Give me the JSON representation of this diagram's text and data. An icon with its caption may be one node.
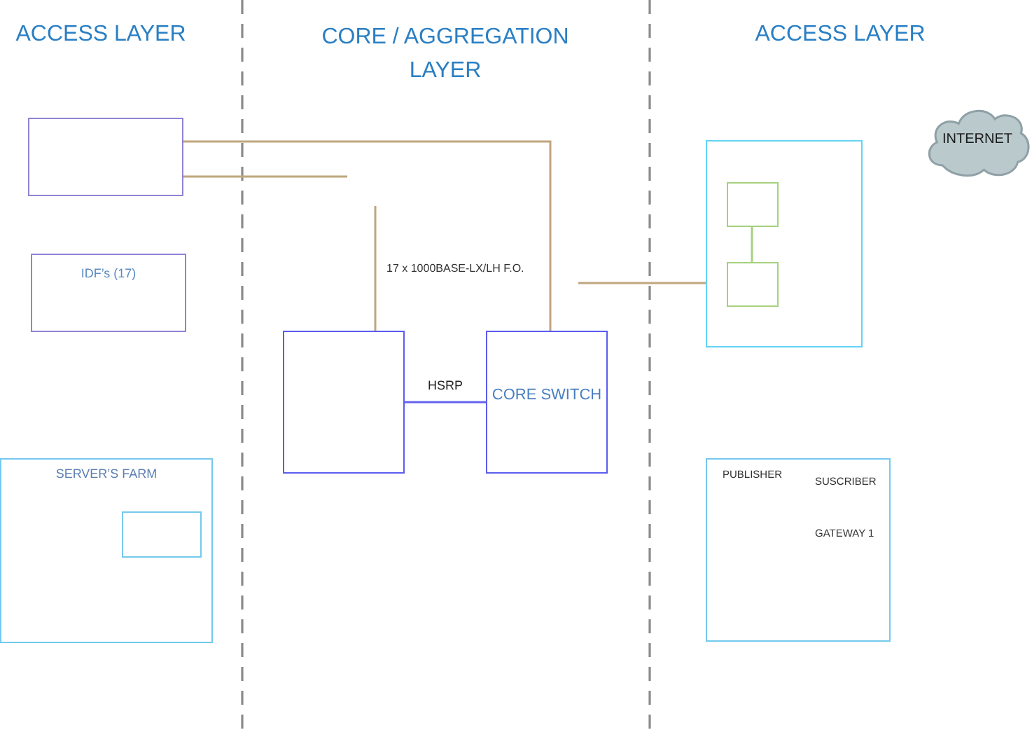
{
  "diagram": {
    "nodes": [
      {
        "text": [],
        "shape": "box"
      },
      {
        "text": [
          "IDF’s (17)"
        ]
      },
      {
        "text": [],
        "shape": "box"
      },
      {
        "text": [
          "CORE SWITCH"
        ]
      },
      {
        "text": [],
        "shape": "box"
      },
      {
        "text": [],
        "shape": "box",
        "in": 4
      },
      {
        "text": [],
        "shape": "box",
        "in": 4
      },
      {
        "text": [
          "INTERNET"
        ]
      },
      {
        "text": [
          "SERVER’S FARM"
        ]
      },
      {
        "text": [],
        "shape": "box",
        "in": 8
      },
      {
        "text": [
          "PUBLISHER",
          "SUSCRIBER",
          "GATEWAY 1"
        ]
      }
    ],
    "edges": [
      {
        "from": 0,
        "to": 3,
        "arrow": "none"
      },
      {
        "from": 0,
        "to": null,
        "arrow": "none"
      },
      {
        "from": null,
        "to": 2,
        "arrow": "none"
      },
      {
        "from": null,
        "to": 4,
        "arrow": "none"
      },
      {
        "from": 2,
        "to": 3,
        "arrow": "none",
        "label": "HSRP",
        "color": "#6464f0"
      },
      {
        "from": 5,
        "to": 6,
        "arrow": "none",
        "color": "#a6d17e"
      }
    ],
    "labels": [
      "ACCESS LAYER",
      "CORE / AGGREGATION LAYER",
      "ACCESS LAYER",
      "17 x 1000BASE-LX/LH F.O."
    ]
  }
}
